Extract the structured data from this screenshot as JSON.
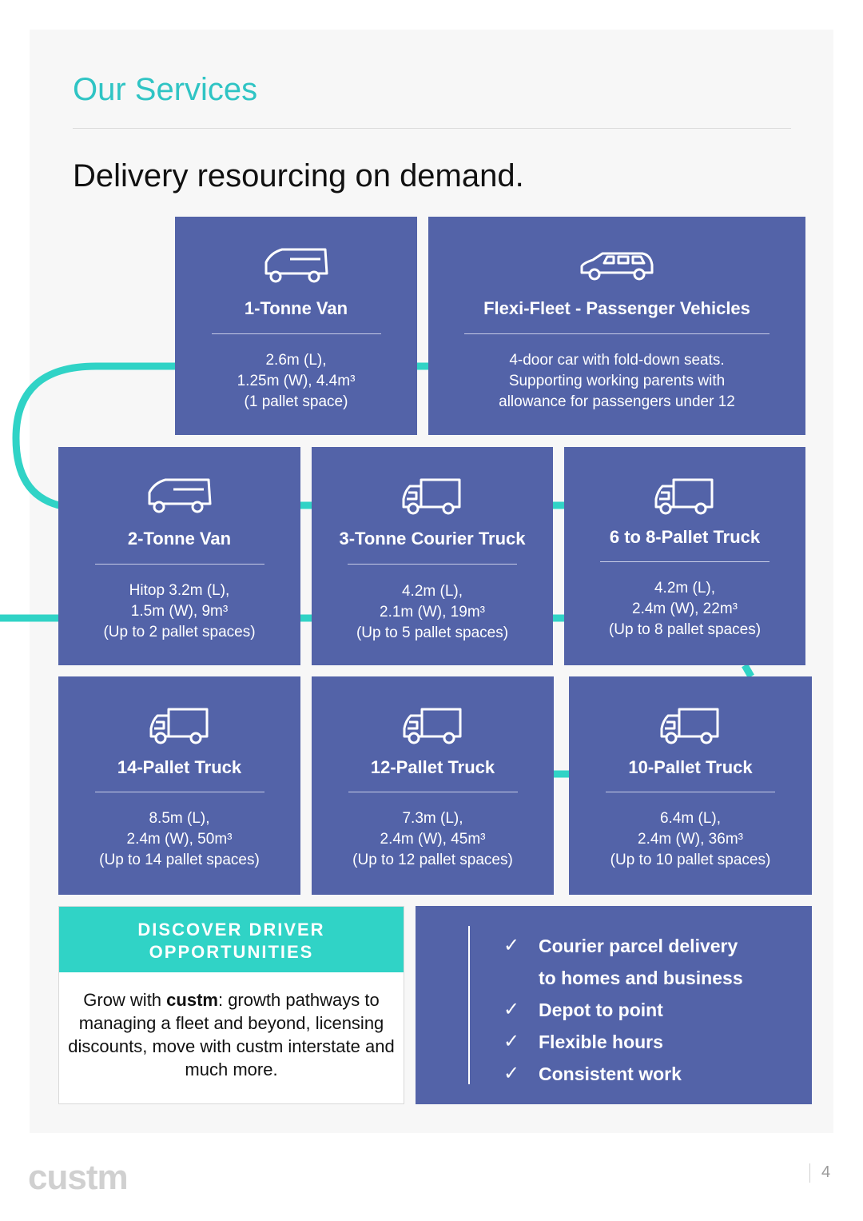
{
  "section_title": "Our Services",
  "headline": "Delivery resourcing on demand.",
  "colors": {
    "card": "#5363a8",
    "accent": "#30d3c6",
    "title": "#2fc4c4"
  },
  "cards": [
    {
      "title": "1-Tonne Van",
      "desc": [
        "2.6m (L),",
        "1.25m (W), 4.4m³",
        "(1 pallet space)"
      ],
      "icon": "van-icon"
    },
    {
      "title": "Flexi-Fleet - Passenger Vehicles",
      "desc": [
        "4-door car with fold-down seats.",
        "Supporting working parents with",
        "allowance for passengers under 12"
      ],
      "icon": "car-icon"
    },
    {
      "title": "2-Tonne Van",
      "desc": [
        "Hitop 3.2m (L),",
        "1.5m (W), 9m³",
        "(Up to 2 pallet spaces)"
      ],
      "icon": "van-icon"
    },
    {
      "title": "3-Tonne Courier Truck",
      "desc": [
        "4.2m (L),",
        "2.1m (W), 19m³",
        "(Up to 5 pallet spaces)"
      ],
      "icon": "truck-icon"
    },
    {
      "title": "6 to 8-Pallet Truck",
      "desc": [
        "4.2m (L),",
        "2.4m (W), 22m³",
        "(Up to 8 pallet spaces)"
      ],
      "icon": "truck-icon"
    },
    {
      "title": "14-Pallet Truck",
      "desc": [
        "8.5m (L),",
        "2.4m (W), 50m³",
        "(Up to 14 pallet spaces)"
      ],
      "icon": "truck-icon"
    },
    {
      "title": "12-Pallet Truck",
      "desc": [
        "7.3m (L),",
        "2.4m (W), 45m³",
        "(Up to 12 pallet spaces)"
      ],
      "icon": "truck-icon"
    },
    {
      "title": "10-Pallet Truck",
      "desc": [
        "6.4m (L),",
        "2.4m (W), 36m³",
        "(Up to 10 pallet spaces)"
      ],
      "icon": "truck-icon"
    }
  ],
  "driver": {
    "heading_line1": "DISCOVER DRIVER",
    "heading_line2": "OPPORTUNITIES",
    "body_prefix": "Grow with ",
    "brand": "custm",
    "body_suffix": ": growth pathways to managing a fleet and beyond, licensing discounts, move with custm interstate and much more."
  },
  "benefits": {
    "tick": "✓",
    "items": [
      [
        "Courier parcel delivery",
        "to homes and business"
      ],
      [
        "Depot to point"
      ],
      [
        "Flexible hours"
      ],
      [
        "Consistent work"
      ]
    ]
  },
  "footer": {
    "logo": "custm",
    "page": "4"
  }
}
